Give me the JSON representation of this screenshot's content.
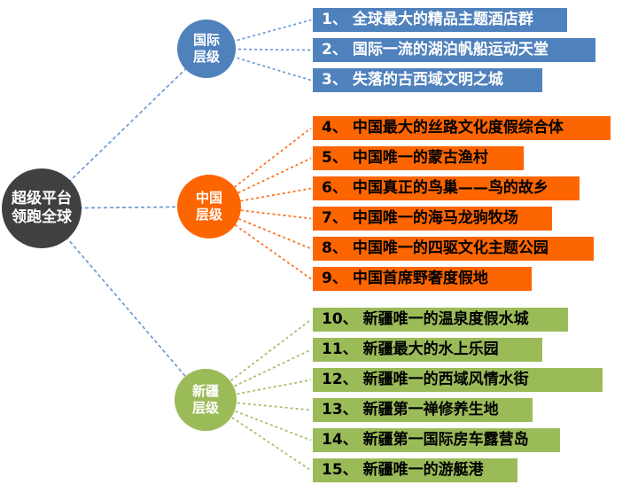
{
  "diagram": {
    "root": {
      "label_lines": [
        "超级平台",
        "领跑全球"
      ],
      "color": "#404040",
      "text_color": "#ffffff",
      "connector_color": "#6d9ad3"
    },
    "groups": [
      {
        "id": "international",
        "label_lines": [
          "国际",
          "层级"
        ],
        "color": "#4f81bd",
        "label_text_color": "#ffffff",
        "item_text_color": "#ffffff",
        "connector_color": "#6d9ad3",
        "items": [
          {
            "num": "1、",
            "text": "全球最大的精品主题酒店群"
          },
          {
            "num": "2、",
            "text": "国际一流的湖泊帆船运动天堂"
          },
          {
            "num": "3、",
            "text": "失落的古西域文明之城"
          }
        ]
      },
      {
        "id": "china",
        "label_lines": [
          "中国",
          "层级"
        ],
        "color": "#fd6500",
        "label_text_color": "#ffffff",
        "item_text_color": "#000000",
        "connector_color": "#fd6e1a",
        "items": [
          {
            "num": "4、",
            "text": "中国最大的丝路文化度假综合体"
          },
          {
            "num": "5、",
            "text": "中国唯一的蒙古渔村"
          },
          {
            "num": "6、",
            "text": "中国真正的鸟巢——鸟的故乡"
          },
          {
            "num": "7、",
            "text": "中国唯一的海马龙驹牧场"
          },
          {
            "num": "8、",
            "text": "中国唯一的四驱文化主题公园"
          },
          {
            "num": "9、",
            "text": "中国首席野奢度假地"
          }
        ]
      },
      {
        "id": "xinjiang",
        "label_lines": [
          "新疆",
          "层级"
        ],
        "color": "#9bbb59",
        "label_text_color": "#ffffff",
        "item_text_color": "#000000",
        "connector_color": "#a2bd68",
        "items": [
          {
            "num": "10、",
            "text": "新疆唯一的温泉度假水城"
          },
          {
            "num": "11、",
            "text": "新疆最大的水上乐园"
          },
          {
            "num": "12、",
            "text": "新疆唯一的西域风情水街"
          },
          {
            "num": "13、",
            "text": "新疆第一禅修养生地"
          },
          {
            "num": "14、",
            "text": "新疆第一国际房车露营岛"
          },
          {
            "num": "15、",
            "text": "新疆唯一的游艇港"
          }
        ]
      }
    ]
  }
}
